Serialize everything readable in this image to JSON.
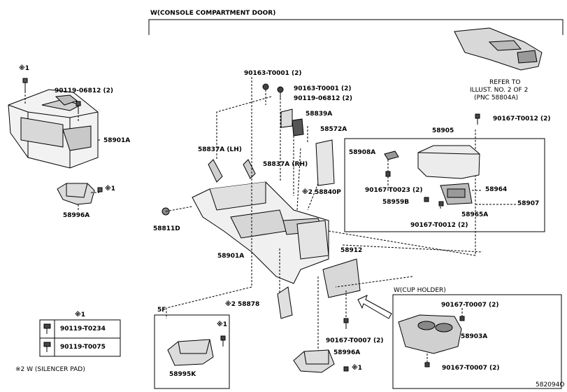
{
  "header": {
    "title": "W(CONSOLE COMPARTMENT DOOR)",
    "refer_line1": "REFER TO",
    "refer_line2": "ILLUST. NO. 2 OF 2",
    "refer_line3": "(PNC 58804A)"
  },
  "parts": {
    "p58901A_left": "58901A",
    "p90119_06812_left": "90119-06812 (2)",
    "p58996A_left": "58996A",
    "p58811D": "58811D",
    "p58901A_center": "58901A",
    "p90163_a": "90163-T0001 (2)",
    "p90163_b": "90163-T0001 (2)",
    "p90119_06812_c": "90119-06812 (2)",
    "p58839A": "58839A",
    "p58572A": "58572A",
    "p58837A_LH": "58837A (LH)",
    "p58837A_RH": "58837A (RH)",
    "p58840P": "58840P",
    "p58905": "58905",
    "p58908A": "58908A",
    "p90167_T0023": "90167-T0023 (2)",
    "p58959B": "58959B",
    "p58964": "58964",
    "p58907": "58907",
    "p58965A": "58965A",
    "p90167_T0012_b": "90167-T0012 (2)",
    "p90167_T0012_top": "90167-T0012 (2)",
    "p58912": "58912",
    "p58878": "58878",
    "p90167_T0007_c": "90167-T0007 (2)",
    "p58996A_c": "58996A",
    "p58995K": "58995K",
    "cup_title": "W(CUP HOLDER)",
    "p90167_T0007_cup1": "90167-T0007 (2)",
    "p58903A": "58903A",
    "p90167_T0007_cup2": "90167-T0007 (2)",
    "sf": "5F"
  },
  "marks": {
    "x1": "※1",
    "x2": "※2"
  },
  "legend": {
    "title": "※1",
    "row1": "90119-T0234",
    "row2": "90119-T0075",
    "note": "※2 W (SILENCER PAD)"
  },
  "footer": {
    "code": "582094O"
  }
}
